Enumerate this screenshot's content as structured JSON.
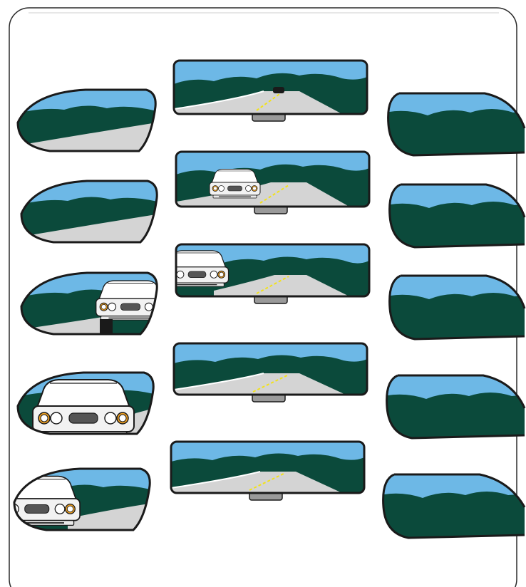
{
  "colors": {
    "sky": "#6db8e6",
    "hills": "#0b4a3b",
    "road": "#d4d4d4",
    "lane_line": "#f2e21a",
    "outline": "#1a1a1a",
    "mirror_mount": "#9a9a9a",
    "car_body": "#f2f2f2",
    "headlight_amber": "#f0a020",
    "frame": "#2b2b2b"
  },
  "sequence": [
    {
      "step": 1,
      "left_mirror": {
        "car": "none"
      },
      "rearview_mirror": {
        "car": "distant"
      },
      "right_mirror": {
        "car": "none"
      }
    },
    {
      "step": 2,
      "left_mirror": {
        "car": "none"
      },
      "rearview_mirror": {
        "car": "approaching"
      },
      "right_mirror": {
        "car": "none"
      }
    },
    {
      "step": 3,
      "left_mirror": {
        "car": "partial"
      },
      "rearview_mirror": {
        "car": "exiting-left"
      },
      "right_mirror": {
        "car": "none"
      }
    },
    {
      "step": 4,
      "left_mirror": {
        "car": "close"
      },
      "rearview_mirror": {
        "car": "none"
      },
      "right_mirror": {
        "car": "none"
      }
    },
    {
      "step": 5,
      "left_mirror": {
        "car": "passing"
      },
      "rearview_mirror": {
        "car": "none"
      },
      "right_mirror": {
        "car": "none"
      }
    }
  ]
}
